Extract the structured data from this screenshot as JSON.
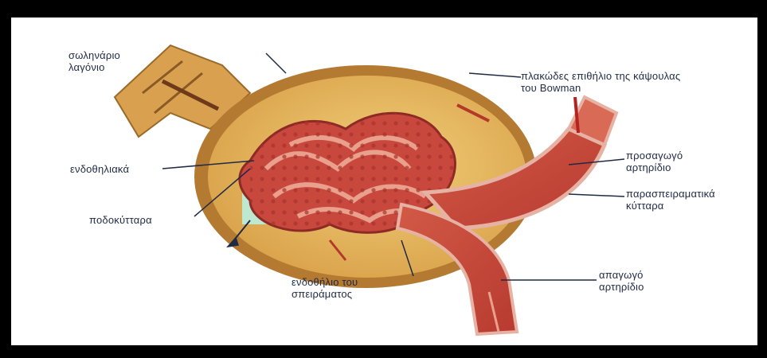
{
  "colors": {
    "background": "#ffffff",
    "frame": "#000000",
    "capsule_outer": "#b57a32",
    "capsule_space": "#e3b35a",
    "capillary": "#c8483e",
    "arteriole": "#c94b3b",
    "podocyte_gap": "#bfe8d0",
    "label_text": "#1f2a44"
  },
  "labels": {
    "capillary_tube": "σωληνάριο\nλαγόνιο",
    "capsule_epithelium": "πλακώδες επιθήλιο της κάψουλας\nτου Bowman",
    "endothelial_cells": "ενδοθηλιακά",
    "podocytes": "ποδοκύτταρα",
    "afferent_arteriole": "προσαγωγό\nαρτηρίδιο",
    "juxtaglomerular_cells": "παρασπειραματικά\nκύτταρα",
    "efferent_arteriole": "απαγωγό\nαρτηρίδιο",
    "glomerulus_endothelium": "ενδοθήλιο του\nσπειράματος"
  }
}
